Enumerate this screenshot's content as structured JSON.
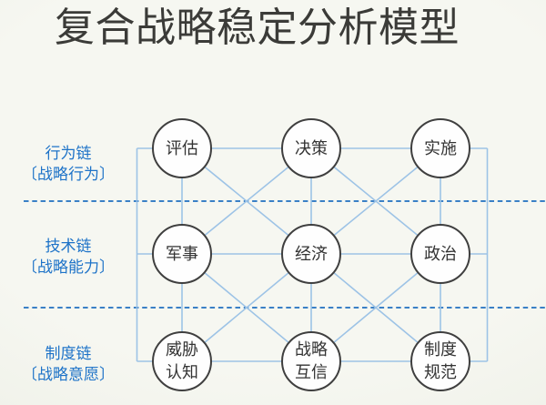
{
  "title": "复合战略稳定分析模型",
  "colors": {
    "bg_center": "#f6f7f1",
    "bg_edge": "#e8eadf",
    "title_text": "#3b3b38",
    "chain_label": "#1e73c8",
    "solid_line": "#9dc3e6",
    "dashed_line": "#3a80c6",
    "node_border": "#3f3f3f",
    "node_fill": "#fefefe",
    "node_text": "#333333"
  },
  "chains": [
    {
      "label": "行为链",
      "sublabel": "〔战略行为〕"
    },
    {
      "label": "技术链",
      "sublabel": "〔战略能力〕"
    },
    {
      "label": "制度链",
      "sublabel": "〔战略意愿〕"
    }
  ],
  "nodes": [
    {
      "row": 1,
      "col": 1,
      "label": "评估"
    },
    {
      "row": 1,
      "col": 2,
      "label": "决策"
    },
    {
      "row": 1,
      "col": 3,
      "label": "实施"
    },
    {
      "row": 2,
      "col": 1,
      "label": "军事"
    },
    {
      "row": 2,
      "col": 2,
      "label": "经济"
    },
    {
      "row": 2,
      "col": 3,
      "label": "政治"
    },
    {
      "row": 3,
      "col": 1,
      "label": "威胁\n认知"
    },
    {
      "row": 3,
      "col": 2,
      "label": "战略\n互信"
    },
    {
      "row": 3,
      "col": 3,
      "label": "制度\n规范"
    }
  ],
  "edges": [
    [
      0,
      1
    ],
    [
      1,
      2
    ],
    [
      3,
      4
    ],
    [
      4,
      5
    ],
    [
      6,
      7
    ],
    [
      7,
      8
    ],
    [
      0,
      3
    ],
    [
      3,
      6
    ],
    [
      1,
      4
    ],
    [
      4,
      7
    ],
    [
      2,
      5
    ],
    [
      5,
      8
    ],
    [
      0,
      4
    ],
    [
      1,
      3
    ],
    [
      1,
      5
    ],
    [
      2,
      4
    ],
    [
      3,
      7
    ],
    [
      4,
      6
    ],
    [
      4,
      8
    ],
    [
      5,
      7
    ]
  ]
}
